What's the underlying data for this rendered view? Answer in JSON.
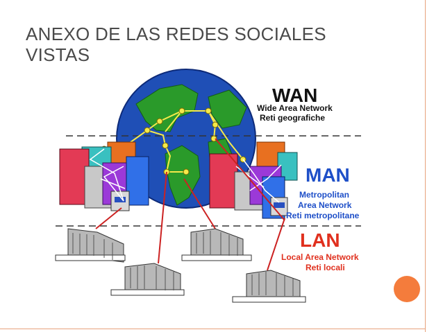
{
  "slide": {
    "title_line1": "ANEXO DE LAS REDES SOCIALES",
    "title_line2": "VISTAS"
  },
  "wan": {
    "title": "WAN",
    "line1": "Wide Area Network",
    "line2": "Reti geografiche"
  },
  "man": {
    "title": "MAN",
    "line1": "Metropolitan",
    "line2": "Area Network",
    "line3": "Reti metropolitane"
  },
  "lan": {
    "title": "LAN",
    "line1": "Local Area Network",
    "line2": "Reti locali"
  },
  "colors": {
    "title_text": "#4a4a4a",
    "accent_orange": "#f47c3c",
    "ocean_blue": "#1f4fb6",
    "land_green": "#2a9a2a",
    "man_blue": "#1e4fc8",
    "lan_red": "#e0301e",
    "wan_black": "#111111",
    "link_red": "#cc2222",
    "link_yellow": "#f5e94a"
  }
}
